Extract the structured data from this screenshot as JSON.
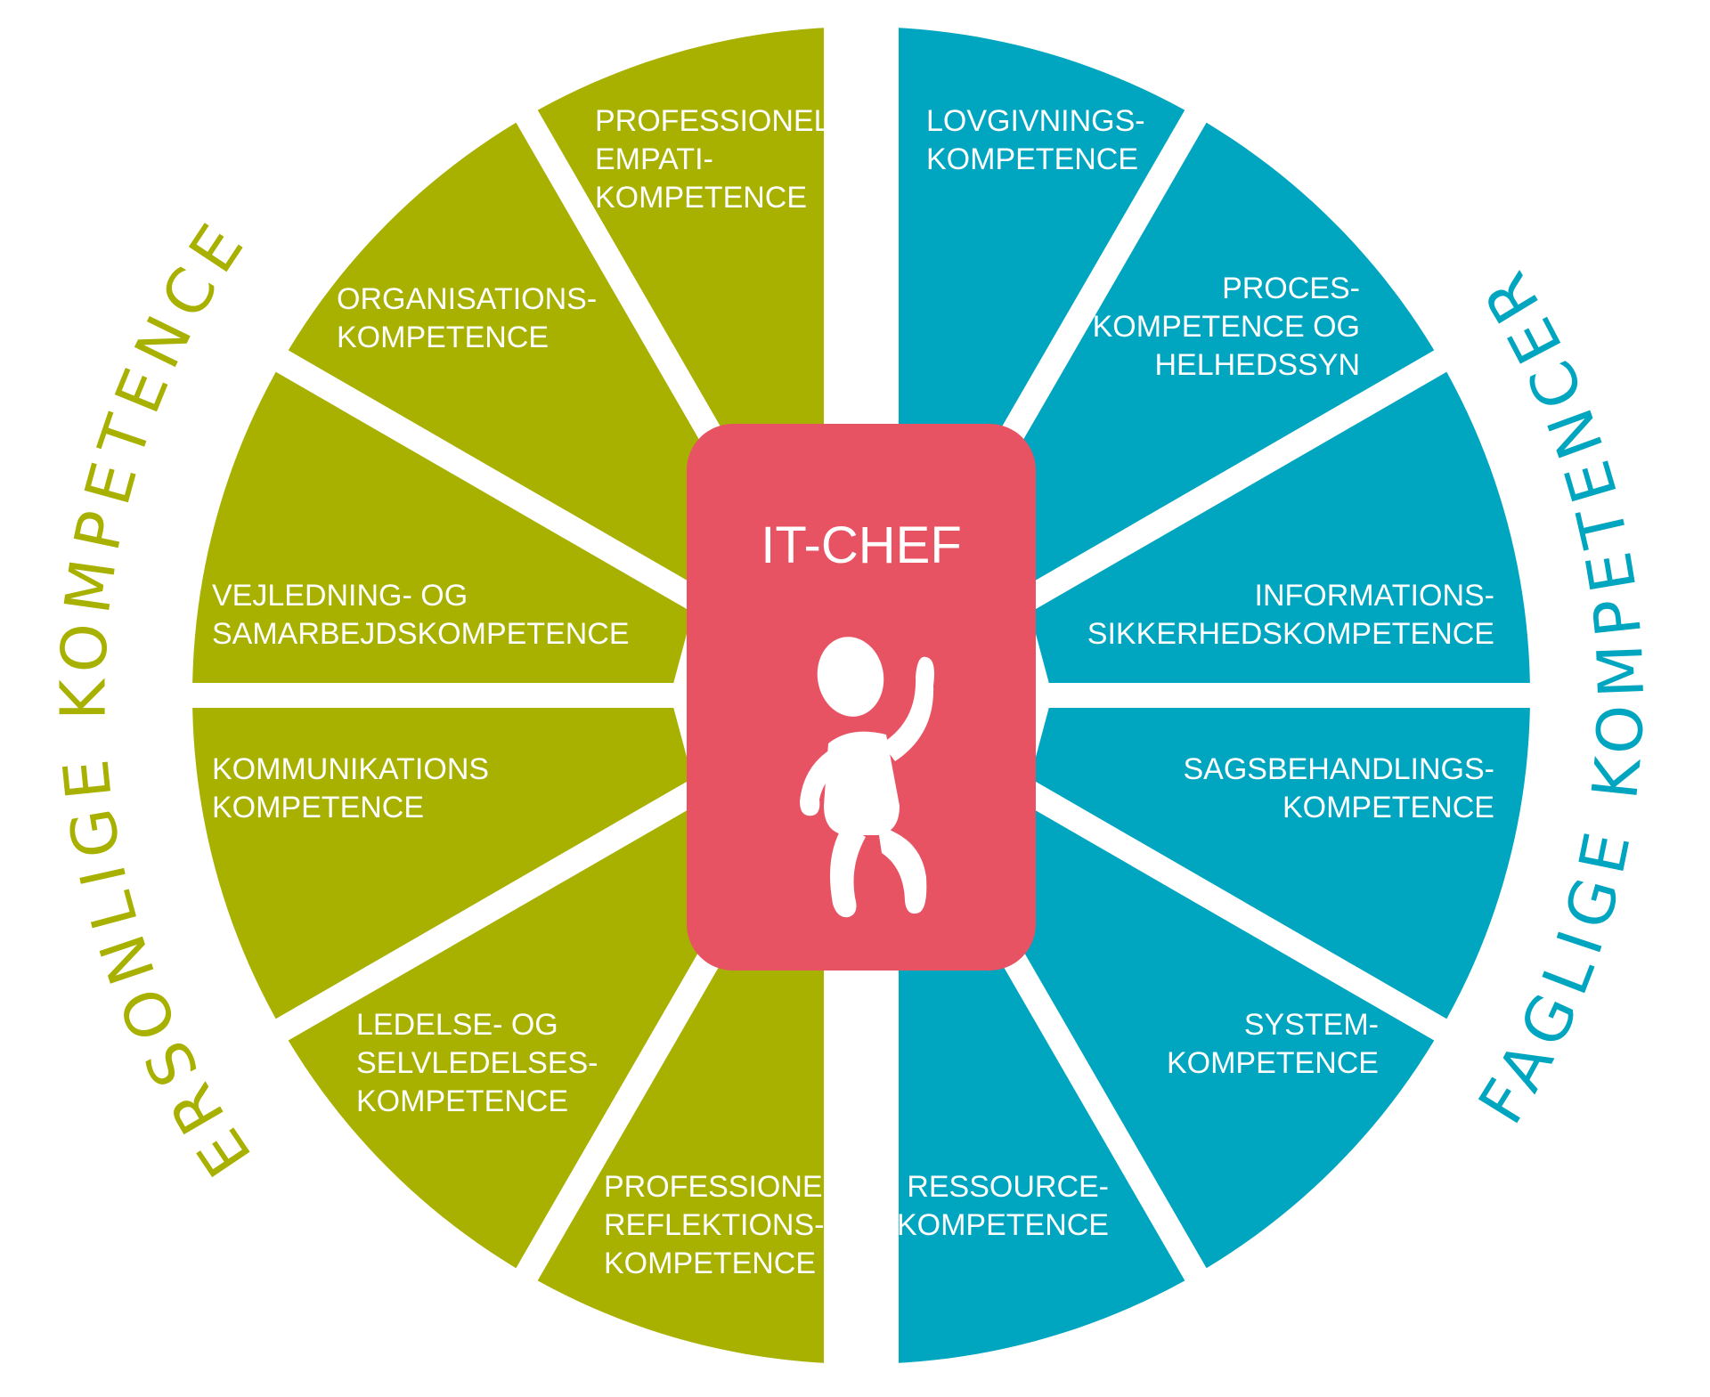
{
  "colors": {
    "personal": "#A8B000",
    "technical": "#00A6C0",
    "center": "#E85363",
    "figure": "#ffffff"
  },
  "center": {
    "title": "IT-CHEF",
    "icon": "person-waving-icon"
  },
  "personal": {
    "title": "PERSONLIGE KOMPETENCER",
    "segments": [
      {
        "lines": [
          "PROFESSIONEL",
          "EMPATI-",
          "KOMPETENCE"
        ]
      },
      {
        "lines": [
          "ORGANISATIONS-",
          "KOMPETENCE"
        ]
      },
      {
        "lines": [
          "VEJLEDNING- OG",
          "SAMARBEJDSKOMPETENCE"
        ]
      },
      {
        "lines": [
          "KOMMUNIKATIONS",
          "KOMPETENCE"
        ]
      },
      {
        "lines": [
          "LEDELSE- OG",
          "SELVLEDELSES-",
          "KOMPETENCE"
        ]
      },
      {
        "lines": [
          "PROFESSIONEL",
          "REFLEKTIONS-",
          "KOMPETENCE"
        ]
      }
    ]
  },
  "technical": {
    "title": "FAGLIGE KOMPETENCER",
    "segments": [
      {
        "lines": [
          "LOVGIVNINGS-",
          "KOMPETENCE"
        ]
      },
      {
        "lines": [
          "PROCES-",
          "KOMPETENCE OG",
          "HELHEDSSYN"
        ]
      },
      {
        "lines": [
          "INFORMATIONS-",
          "SIKKERHEDSKOMPETENCE"
        ]
      },
      {
        "lines": [
          "SAGSBEHANDLINGS-",
          "KOMPETENCE"
        ]
      },
      {
        "lines": [
          "SYSTEM-",
          "KOMPETENCE"
        ]
      },
      {
        "lines": [
          "RESSOURCE-",
          "KOMPETENCE"
        ]
      }
    ]
  }
}
